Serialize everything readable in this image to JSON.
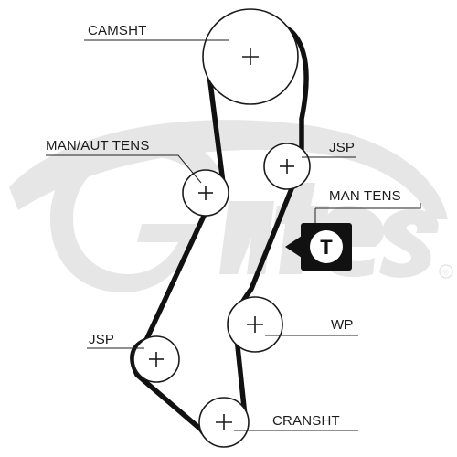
{
  "diagram": {
    "labels": {
      "camshaft": "CAMSHT",
      "man_aut_tens": "MAN/AUT TENS",
      "jsp_upper": "JSP",
      "man_tens": "MAN TENS",
      "wp": "WP",
      "jsp_lower": "JSP",
      "crankshaft": "CRANSHT"
    },
    "tensioner_badge": "T",
    "watermark": {
      "text": "Gates",
      "trademark": "®",
      "color": "#e6e6e6"
    },
    "belt_color": "#111111",
    "pulley_outline_color": "#1a1a1a"
  }
}
